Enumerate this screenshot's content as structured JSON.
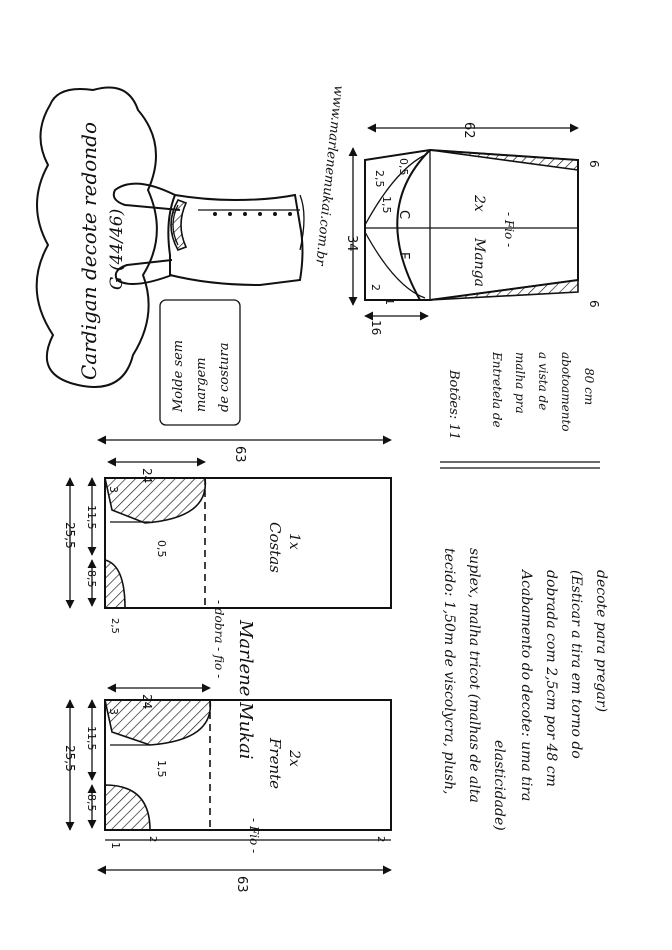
{
  "website": "www.marlenemukai.com.br",
  "title": {
    "line1": "Cardigan decote redondo",
    "line2": "G (44/46)"
  },
  "seam_note": [
    "Molde sem",
    "margem",
    "de costura"
  ],
  "back_piece": {
    "name": "Costas",
    "qty": "1x",
    "fold_label": "- dobra - fio -",
    "dims": {
      "length": "63",
      "width": "25,5",
      "shoulder_len": "24",
      "shoulder_drop": "3",
      "upper": "11,5",
      "lower": "8,5",
      "hem": "2,5",
      "neck": "0,5"
    }
  },
  "front_piece": {
    "name": "Frente",
    "qty": "2x",
    "grain_label": "- Fio -",
    "dims": {
      "length": "63",
      "width": "25,5",
      "shoulder_len": "24",
      "shoulder_drop": "3",
      "upper": "11,5",
      "lower": "8,5",
      "neck": "1,5",
      "neck_front": "1",
      "edge": "2",
      "edge2": "2"
    }
  },
  "sleeve": {
    "name": "Manga",
    "qty": "2x",
    "grain_label": "- Fio -",
    "dims": {
      "length": "62",
      "width": "34",
      "cuff": "6",
      "cuff2": "6",
      "cap_top": "2,5",
      "cap_mid": "0,5",
      "cap_side": "1,5",
      "bottom": "16",
      "two": "2",
      "one": "1",
      "c_label": "C",
      "f_label": "F"
    }
  },
  "buttons": "Botões: 11",
  "interfacing": [
    "Entretela de",
    "malha pra",
    "a vista de",
    "abotoamento",
    "80 cm"
  ],
  "fabric_lines": [
    "tecido: 1,50m de viscolycra, plush,",
    "suplex, malha tricot (malhas de alta",
    "elasticidade)"
  ],
  "finish_lines": [
    "Acabamento do decote: uma tira",
    "dobrada com 2,5cm por 48 cm",
    "(Esticar a tira em torno do",
    "decote para pregar)"
  ],
  "signature": "Marlene Mukai"
}
